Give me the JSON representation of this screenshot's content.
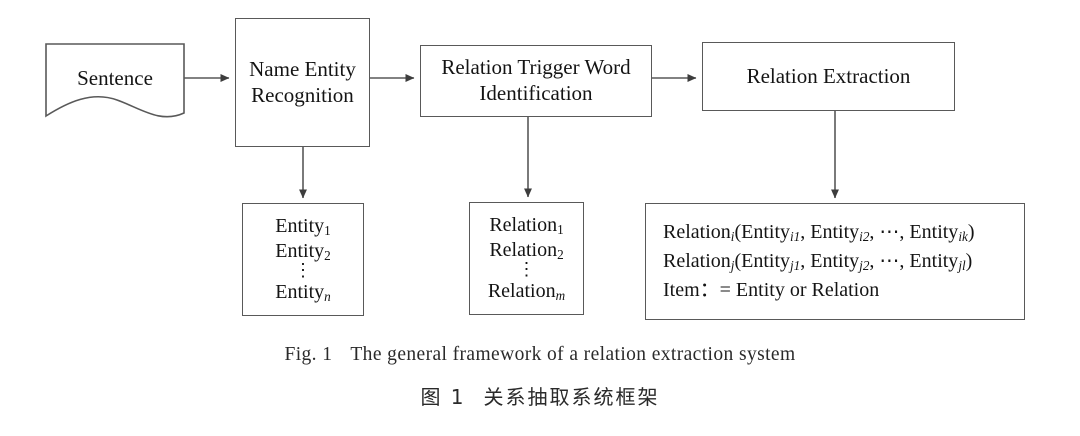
{
  "figure": {
    "nodes": {
      "sentence": {
        "label": "Sentence",
        "shape": "wavy-document"
      },
      "ner": {
        "label_line1": "Name Entity",
        "label_line2": "Recognition"
      },
      "rtwi": {
        "label_line1": "Relation Trigger Word",
        "label_line2": "Identification"
      },
      "re": {
        "label": "Relation Extraction"
      }
    },
    "outputs": {
      "entities": {
        "rows": [
          {
            "base": "Entity",
            "sub": "1",
            "sub_italic": false
          },
          {
            "base": "Entity",
            "sub": "2",
            "sub_italic": false
          },
          {
            "base": "Entity",
            "sub": "n",
            "sub_italic": true
          }
        ],
        "ellipsis": "⋮"
      },
      "relations": {
        "rows": [
          {
            "base": "Relation",
            "sub": "1",
            "sub_italic": false
          },
          {
            "base": "Relation",
            "sub": "2",
            "sub_italic": false
          },
          {
            "base": "Relation",
            "sub": "m",
            "sub_italic": true
          }
        ],
        "ellipsis": "⋮"
      },
      "extraction": {
        "line1": {
          "head": "Relation",
          "head_sub": "i",
          "open": "(",
          "args": [
            {
              "base": "Entity",
              "sub": "i1"
            },
            {
              "base": "Entity",
              "sub": "i2"
            }
          ],
          "dots": "⋯",
          "last": {
            "base": "Entity",
            "sub": "ik"
          },
          "close": ")"
        },
        "line2": {
          "head": "Relation",
          "head_sub": "j",
          "open": "(",
          "args": [
            {
              "base": "Entity",
              "sub": "j1"
            },
            {
              "base": "Entity",
              "sub": "j2"
            }
          ],
          "dots": "⋯",
          "last": {
            "base": "Entity",
            "sub": "jl"
          },
          "close": ")"
        },
        "line3": "Item：= Entity or Relation"
      }
    },
    "edges": [
      {
        "from": "sentence",
        "to": "ner",
        "type": "arrow-right"
      },
      {
        "from": "ner",
        "to": "rtwi",
        "type": "arrow-right"
      },
      {
        "from": "rtwi",
        "to": "re",
        "type": "arrow-right"
      },
      {
        "from": "ner",
        "to": "entities",
        "type": "arrow-down"
      },
      {
        "from": "rtwi",
        "to": "relations",
        "type": "arrow-down"
      },
      {
        "from": "re",
        "to": "extraction",
        "type": "arrow-down"
      }
    ],
    "caption_en_prefix": "Fig. 1",
    "caption_en_text": "The general framework of a relation extraction system",
    "caption_zh_prefix": "图 1",
    "caption_zh_text": "关系抽取系统框架",
    "colors": {
      "stroke": "#595959",
      "text": "#141414",
      "background": "#ffffff"
    }
  }
}
